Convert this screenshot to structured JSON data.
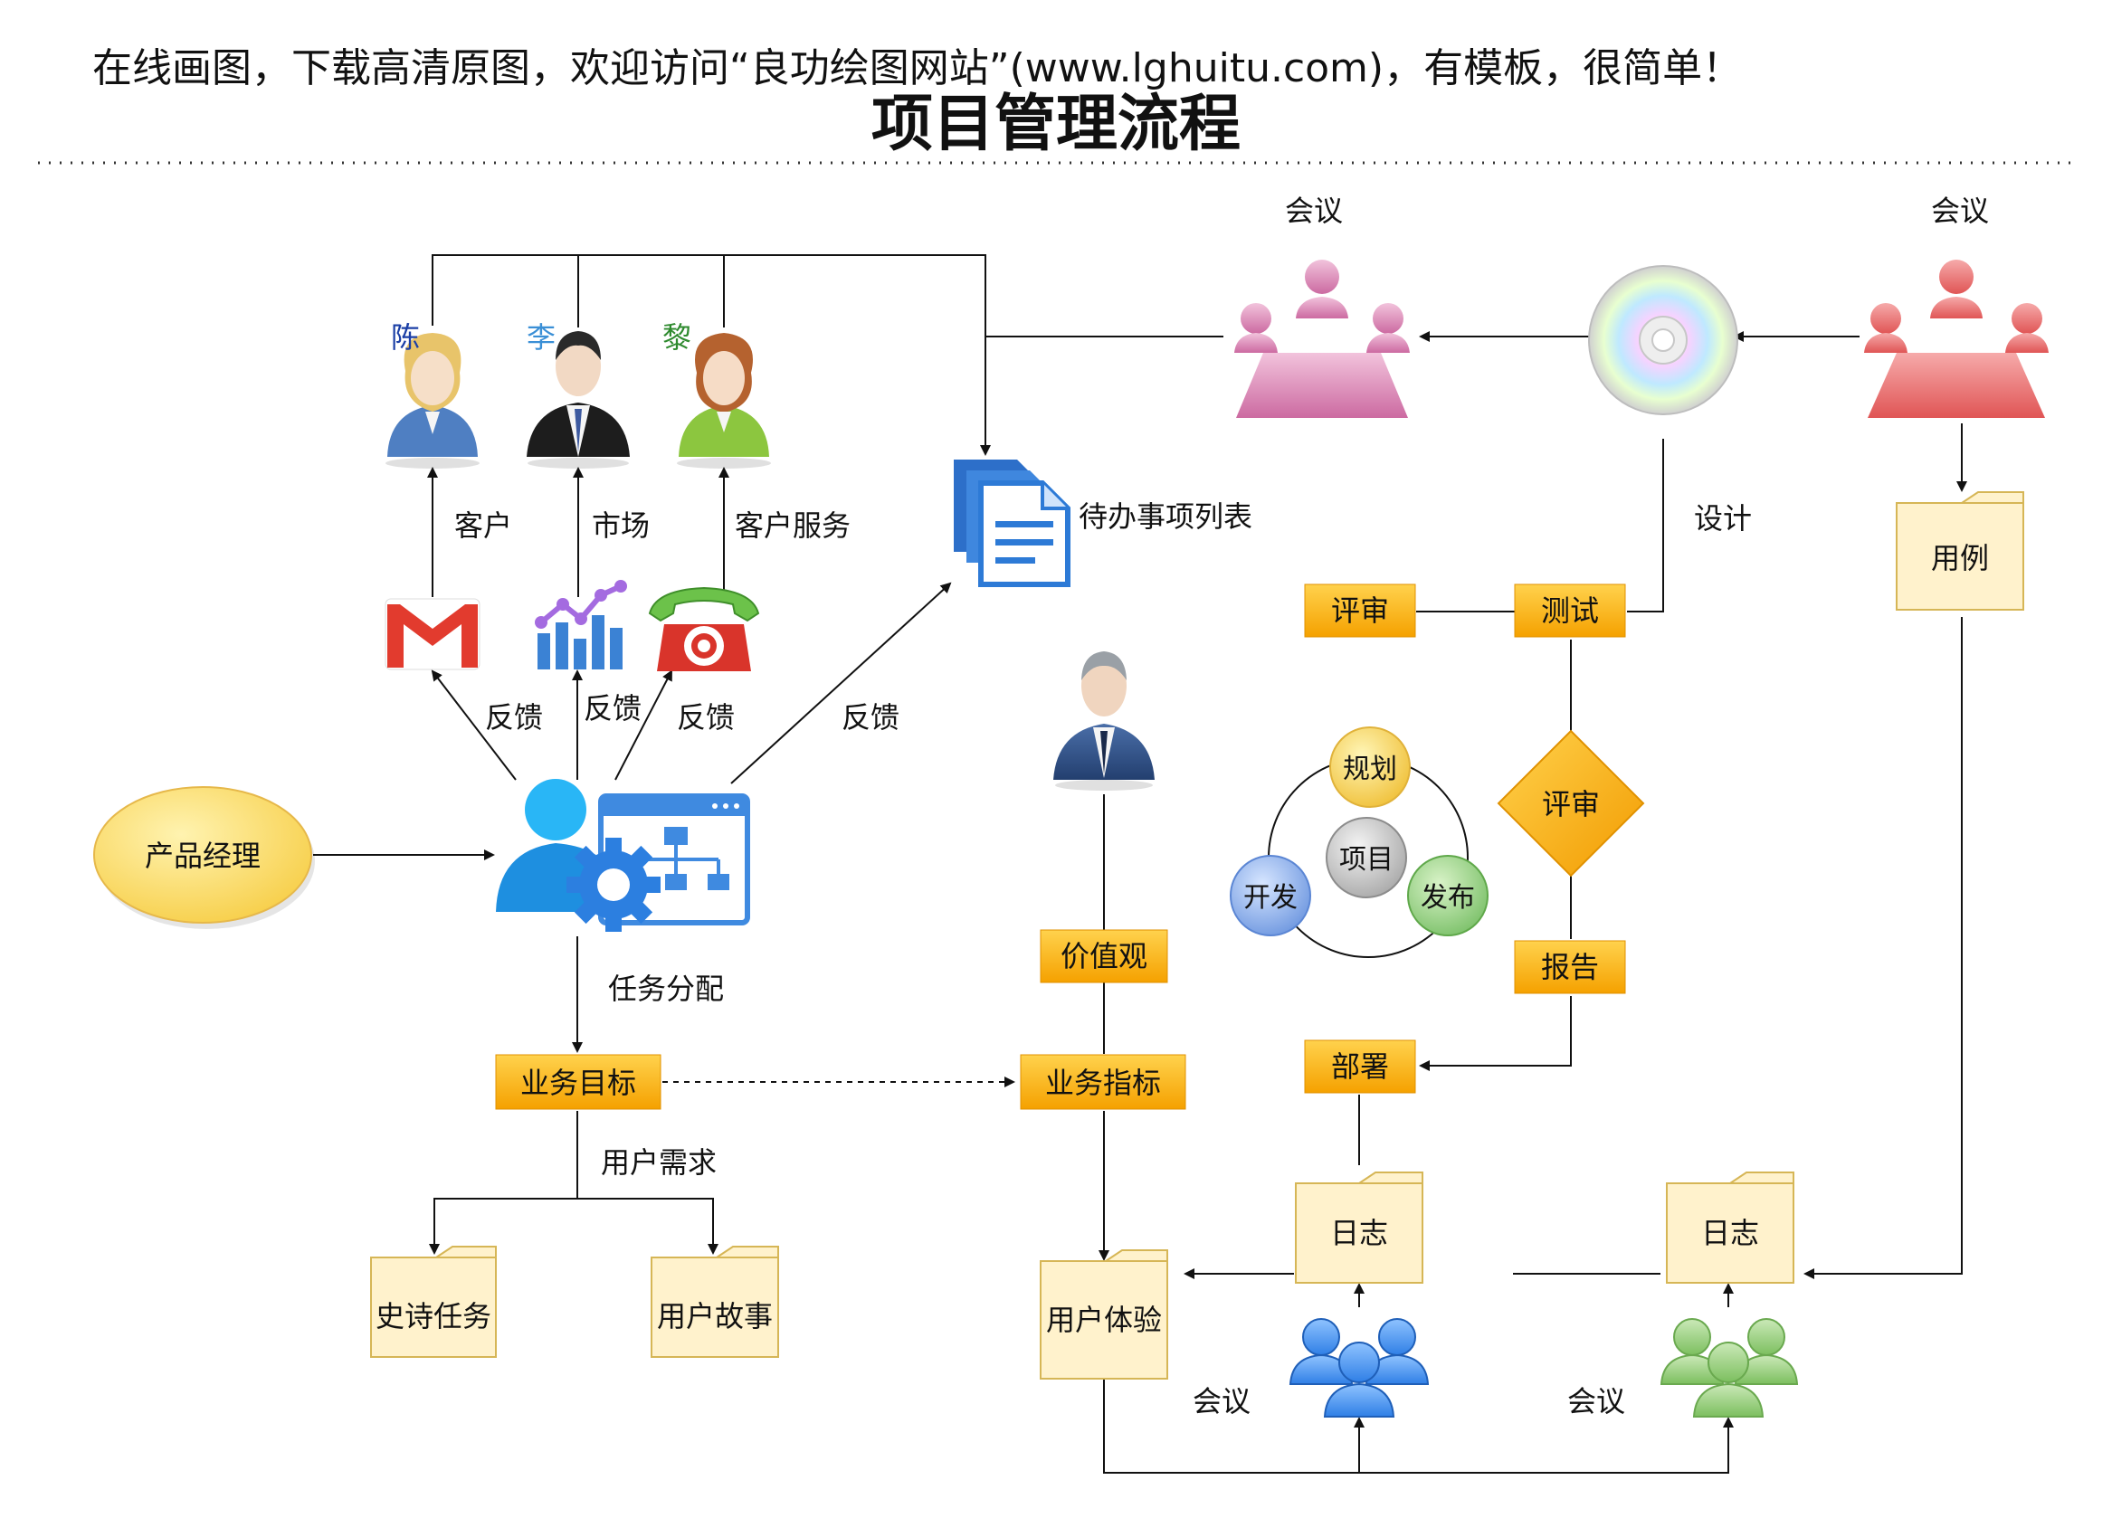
{
  "header": {
    "banner": "在线画图，下载高清原图，欢迎访问“良功绘图网站”(www.lghuitu.com)，有模板，很简单！",
    "title": "项目管理流程"
  },
  "people": {
    "chen": "陈",
    "li": "李",
    "li2": "黎"
  },
  "labels": {
    "customer": "客户",
    "market": "市场",
    "customer_service": "客户服务",
    "feedback": "反馈",
    "todo_list": "待办事项列表",
    "product_manager": "产品经理",
    "task_assign": "任务分配",
    "business_goal": "业务目标",
    "user_needs": "用户需求",
    "epic_task": "史诗任务",
    "user_story": "用户故事",
    "values": "价值观",
    "business_metric": "业务指标",
    "user_experience": "用户体验",
    "meeting": "会议",
    "design": "设计",
    "use_case": "用例",
    "review": "评审",
    "test": "测试",
    "report": "报告",
    "deploy": "部署",
    "log": "日志",
    "planning": "规划",
    "project": "项目",
    "develop": "开发",
    "release": "发布"
  },
  "colors": {
    "orange_top": "#ffd24d",
    "orange_bottom": "#f5a100",
    "folder_fill": "#fff2cc",
    "folder_stroke": "#d6b656",
    "ellipse_fill": "#ffe27a",
    "meeting_pink": "#d97fb0",
    "meeting_red": "#ea6b6b",
    "group_blue": "#3d8ef0",
    "group_green": "#86c56a"
  }
}
